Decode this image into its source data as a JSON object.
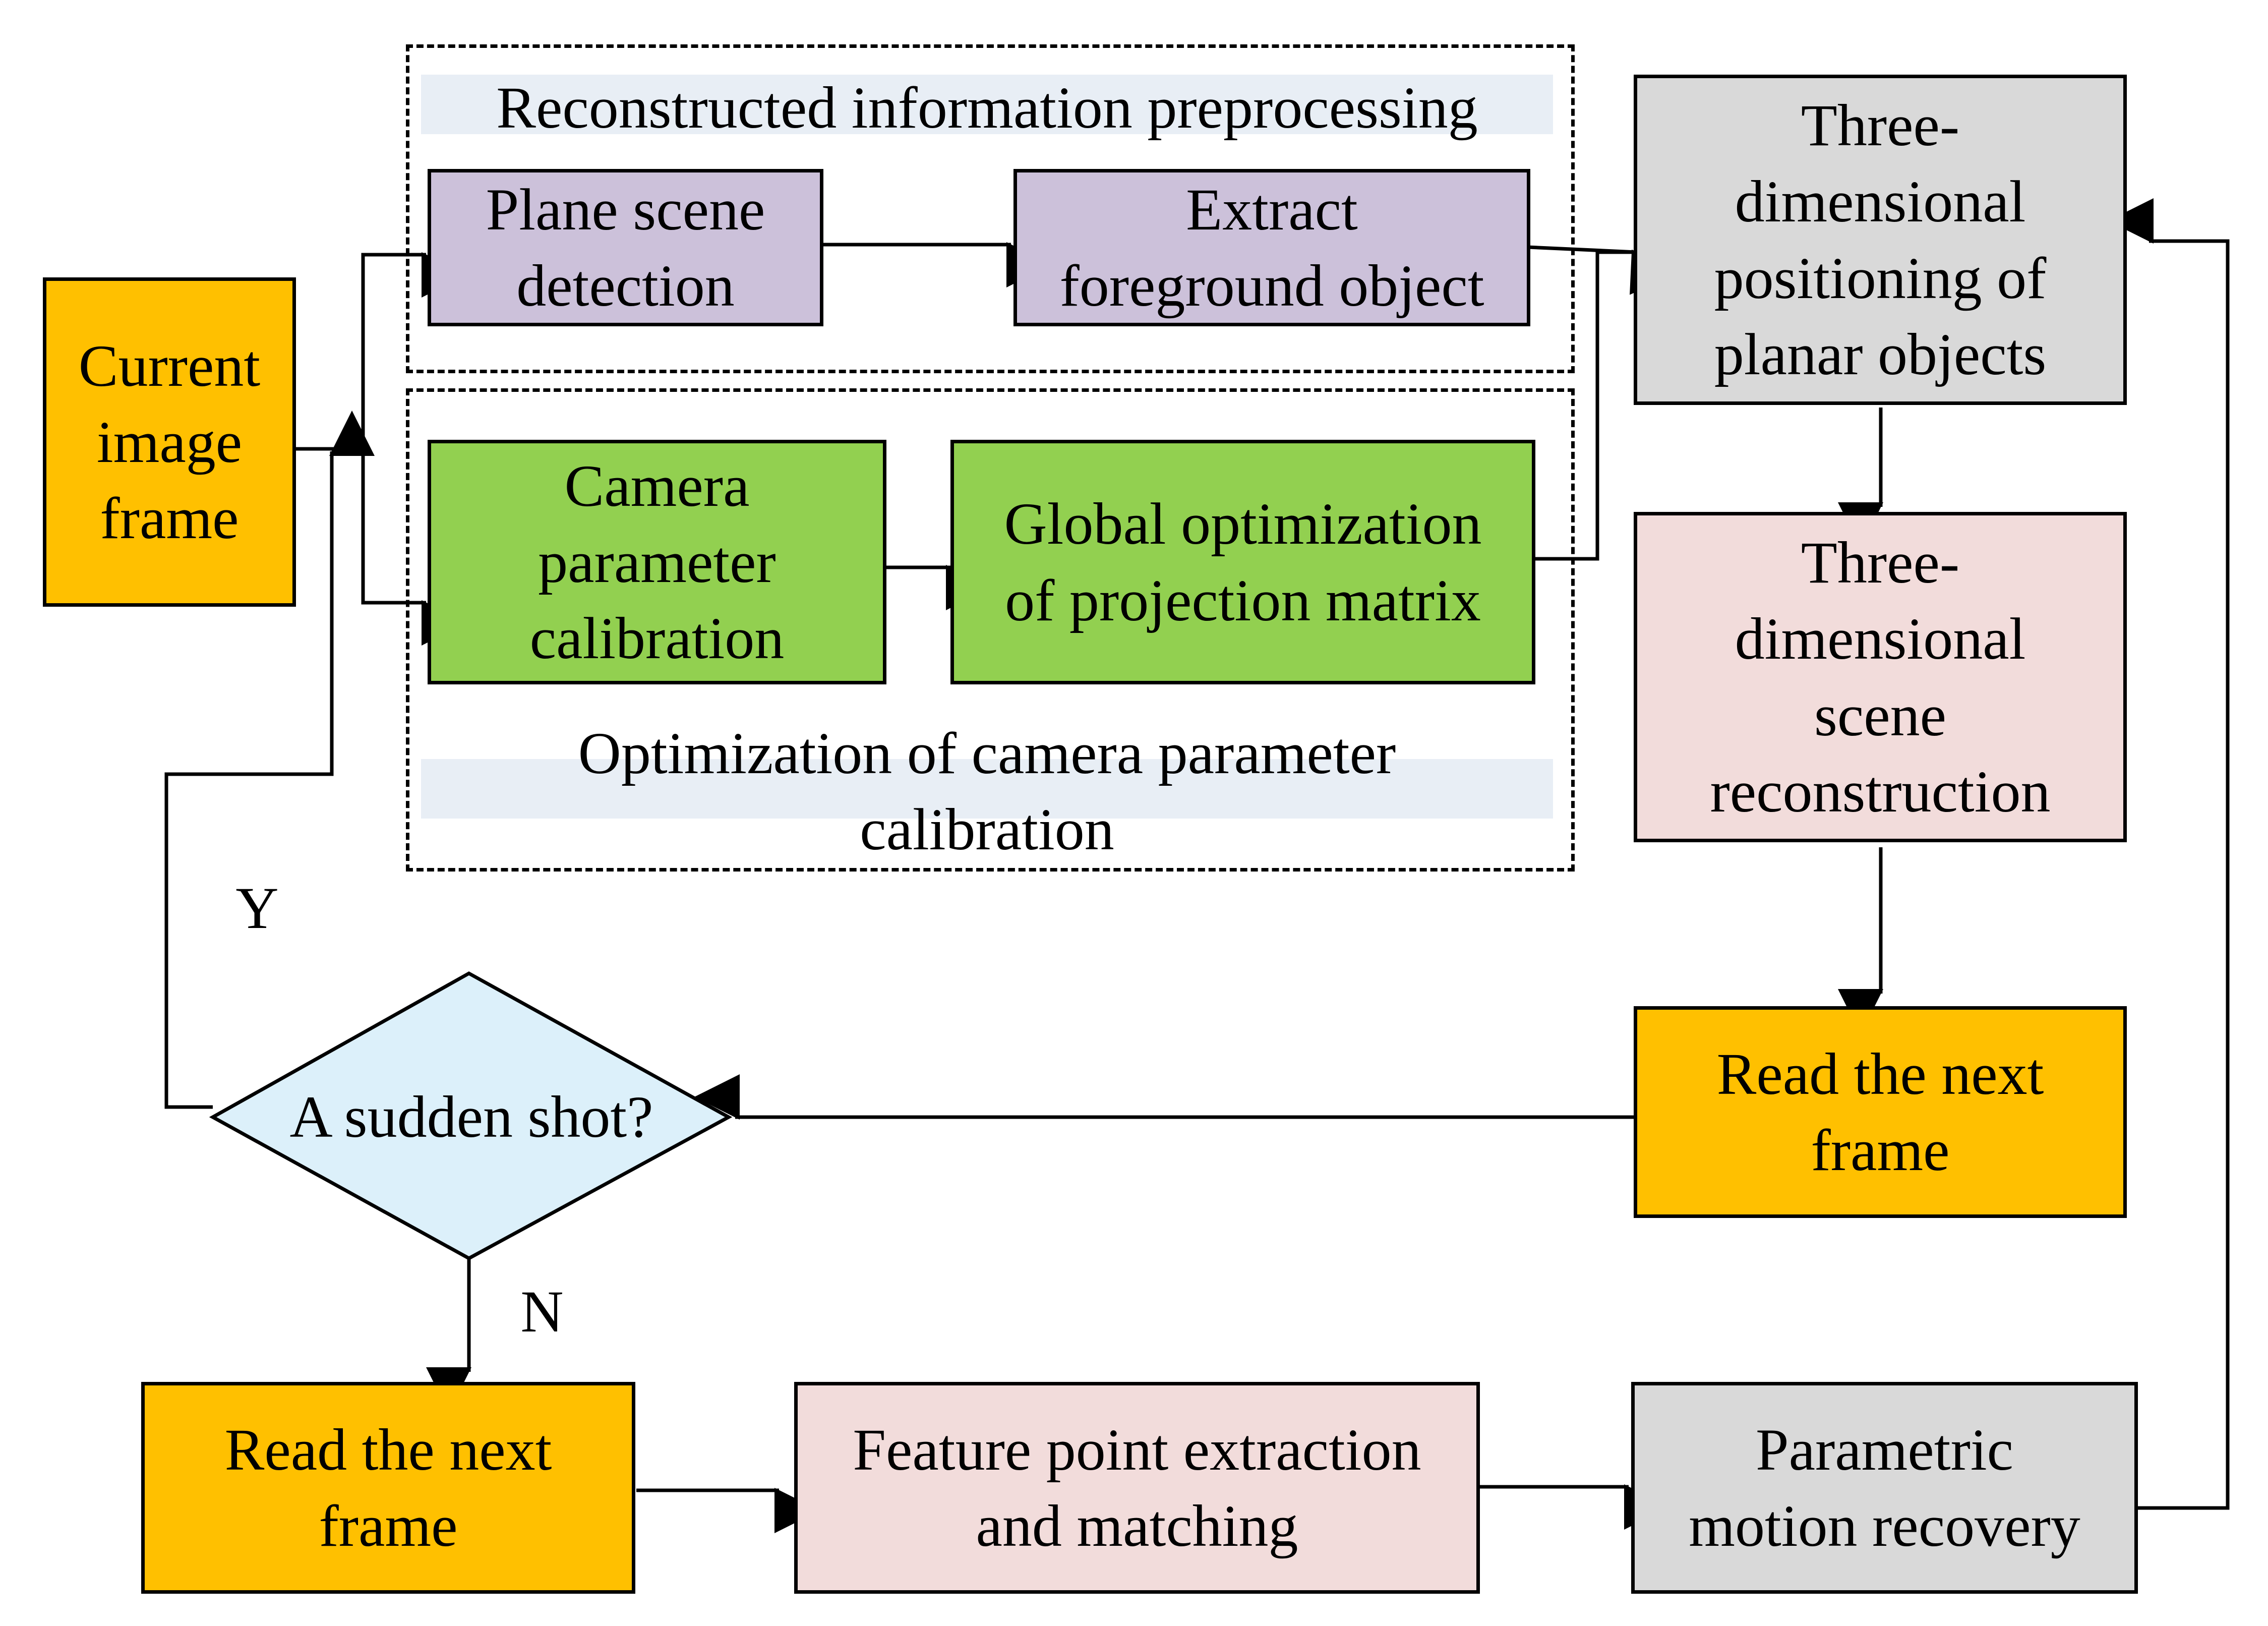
{
  "groups": {
    "reconstructed_preprocessing": {
      "label": "Reconstructed information preprocessing"
    },
    "camera_calibration_optimization": {
      "label": "Optimization of camera parameter\ncalibration"
    }
  },
  "nodes": {
    "current_frame": {
      "label": "Current\nimage\nframe",
      "color": "#FFC000"
    },
    "plane_scene_detection": {
      "label": "Plane scene\ndetection",
      "color": "#CCC1DA"
    },
    "extract_foreground": {
      "label": "Extract\nforeground object",
      "color": "#CCC1DA"
    },
    "camera_parameter_calibration": {
      "label": "Camera\nparameter\ncalibration",
      "color": "#92D050"
    },
    "global_optimization": {
      "label": "Global optimization\nof projection matrix",
      "color": "#92D050"
    },
    "positioning_planar": {
      "label": "Three-\ndimensional\npositioning of\nplanar objects",
      "color": "#D9D9D9"
    },
    "scene_reconstruction": {
      "label": "Three-\ndimensional\nscene\nreconstruction",
      "color": "#F2DCDB"
    },
    "read_next_frame_right": {
      "label": "Read the next\nframe",
      "color": "#FFC000"
    },
    "sudden_shot": {
      "label": "A sudden shot?",
      "color": "#DCF0FA"
    },
    "read_next_frame_left": {
      "label": "Read the next\nframe",
      "color": "#FFC000"
    },
    "feature_extraction": {
      "label": "Feature point extraction\nand matching",
      "color": "#F2DCDB"
    },
    "motion_recovery": {
      "label": "Parametric\nmotion recovery",
      "color": "#D9D9D9"
    }
  },
  "edge_labels": {
    "yes": "Y",
    "no": "N"
  },
  "colors": {
    "line": "#000000",
    "band": "#E8EEF5"
  }
}
